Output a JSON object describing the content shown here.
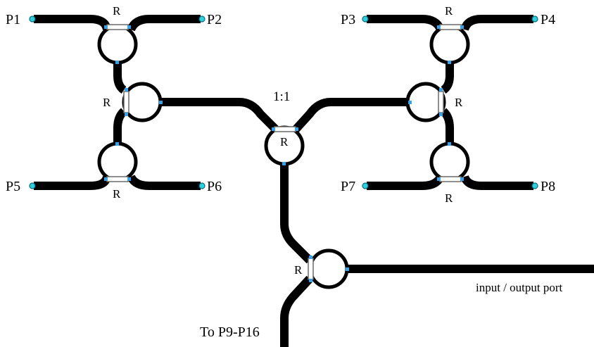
{
  "ports": {
    "p1": "P1",
    "p2": "P2",
    "p3": "P3",
    "p4": "P4",
    "p5": "P5",
    "p6": "P6",
    "p7": "P7",
    "p8": "P8"
  },
  "resistor_label": "R",
  "ratio_label": "1:1",
  "io_port_label": "input / output port",
  "continuation_label": "To P9-P16",
  "colors": {
    "trace": "#000000",
    "pad": "#3aa0e8",
    "port_marker": "#2fd0d8",
    "background": "#ffffff"
  }
}
